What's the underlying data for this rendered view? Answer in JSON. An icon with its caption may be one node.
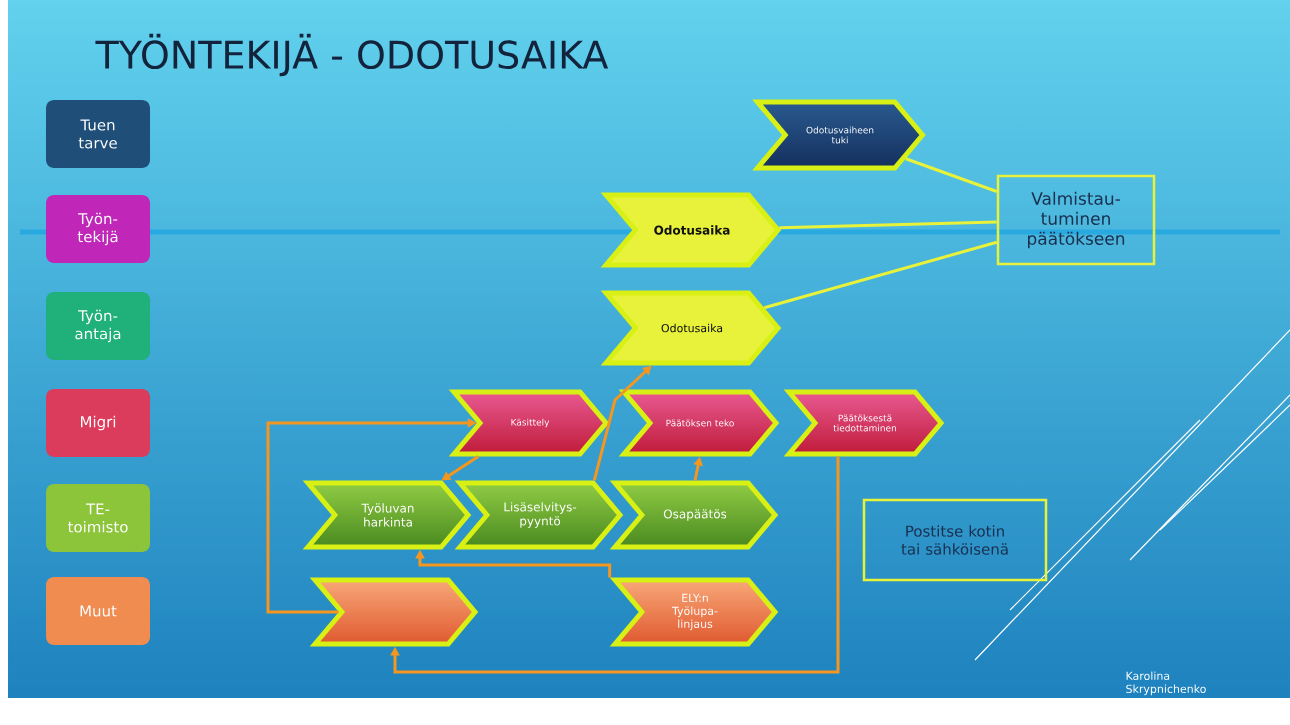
{
  "diagram": {
    "title": "TYÖNTEKIJÄ - ODOTUSAIKA",
    "nodes": [
      {
        "text": [
          "Tuen tarve"
        ]
      },
      {
        "text": [
          "Työn- tekijä"
        ]
      },
      {
        "text": [
          "Työn- antaja"
        ]
      },
      {
        "text": [
          "Migri"
        ]
      },
      {
        "text": [
          "TE- toimisto"
        ]
      },
      {
        "text": [
          "Muut"
        ]
      },
      {
        "text": [
          "Odotusvaiheen tuki"
        ]
      },
      {
        "text": [
          "Odotusaika"
        ]
      },
      {
        "text": [
          "Odotusaika"
        ]
      },
      {
        "text": [
          "Valmistau- tuminen päätökseen"
        ]
      },
      {
        "text": [
          "Käsittely"
        ]
      },
      {
        "text": [
          "Päätöksen teko"
        ]
      },
      {
        "text": [
          "Päätöksestä tiedottaminen"
        ]
      },
      {
        "text": [
          "Työluvan harkinta"
        ]
      },
      {
        "text": [
          "Lisäselvitys- pyyntö"
        ]
      },
      {
        "text": [
          "Osapäätös"
        ]
      },
      {
        "text": [],
        "shape": "chevron"
      },
      {
        "text": [
          "ELY:n Työlupa- linjaus"
        ]
      },
      {
        "text": [
          "Postitse kotin tai sähköisenä"
        ]
      }
    ],
    "edges": [
      {
        "from": 6,
        "to": 9,
        "arrow": "none",
        "color": "#e8f23a"
      },
      {
        "from": 7,
        "to": 9,
        "arrow": "none",
        "color": "#e8f23a"
      },
      {
        "from": 8,
        "to": 9,
        "arrow": "none",
        "color": "#e8f23a"
      },
      {
        "from": 16,
        "to": 10,
        "arrow": "to"
      },
      {
        "from": 10,
        "to": 13,
        "arrow": "to"
      },
      {
        "from": 14,
        "to": 8,
        "arrow": "to"
      },
      {
        "from": 15,
        "to": 11,
        "arrow": "to"
      },
      {
        "from": 17,
        "to": 13,
        "arrow": "to"
      },
      {
        "from": 12,
        "to": 16,
        "arrow": "to"
      }
    ],
    "labels": [
      "Karolina Skrypnichenko"
    ]
  }
}
